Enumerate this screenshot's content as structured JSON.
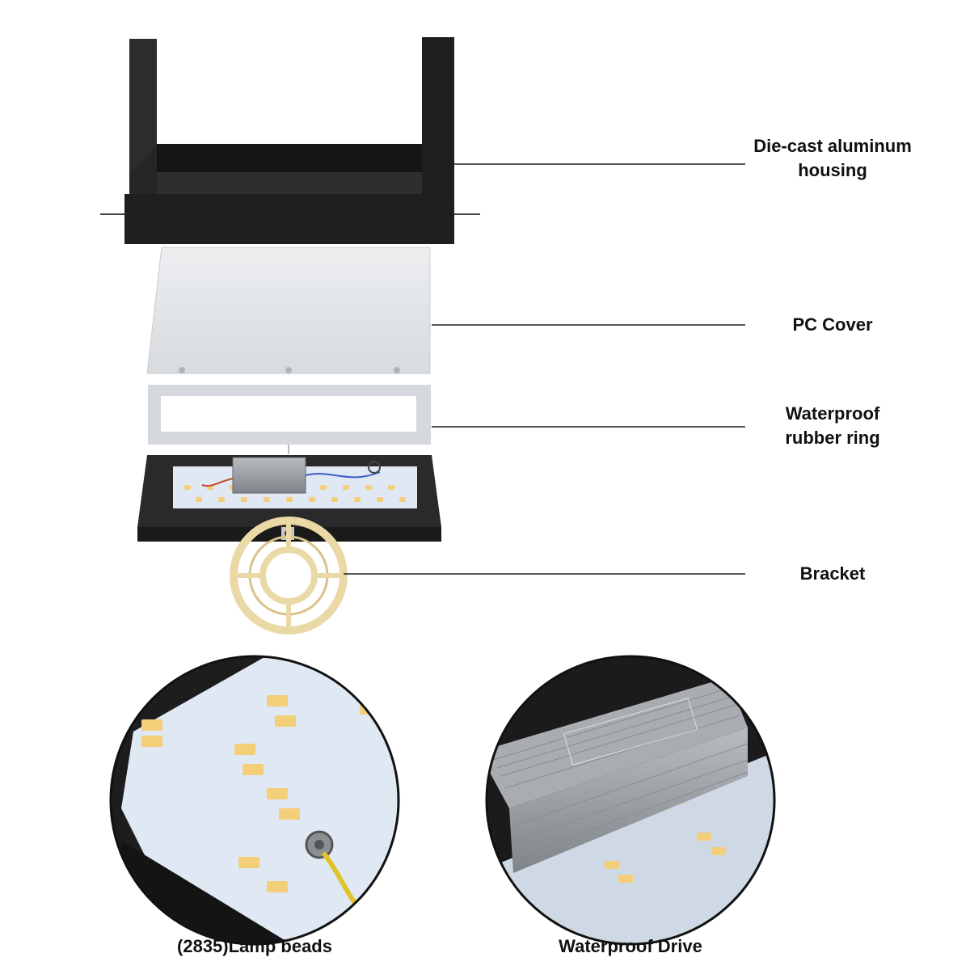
{
  "labels": {
    "housing": [
      "Die-cast aluminum",
      "housing"
    ],
    "pc_cover": "PC Cover",
    "rubber_ring": [
      "Waterproof",
      "rubber ring"
    ],
    "bracket": "Bracket",
    "lamp_beads": "(2835)Lamp beads",
    "waterproof_drive": "Waterproof Drive"
  },
  "colors": {
    "housing": "#1c1c1c",
    "cover": "#e6e8ea",
    "gasket": "#d5d8dc",
    "led_board": "#dfe8f3",
    "led_chip": "#f3cf7a",
    "bracket": "#ead9a6",
    "driver": "#9ea2a6",
    "text": "#111111",
    "leader_line": "#222222"
  }
}
